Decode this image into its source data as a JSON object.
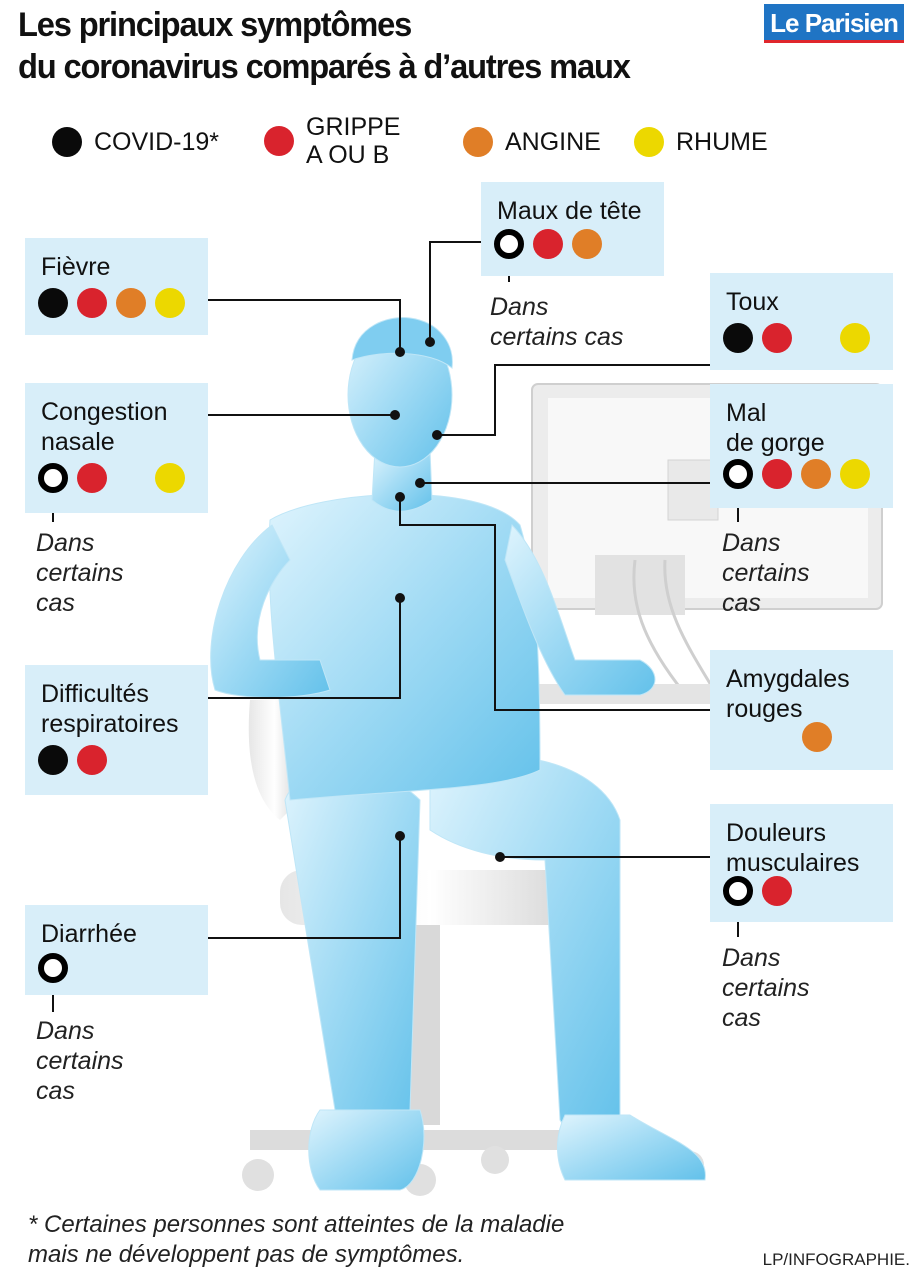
{
  "title": {
    "line1": "Les principaux symptômes",
    "line2": "du coronavirus comparés à d’autres maux"
  },
  "logo": "Le Parisien",
  "colors": {
    "covid": "#0a0a0a",
    "grippe": "#d9232d",
    "angine": "#e07e27",
    "rhume": "#ecd800",
    "box_bg": "#d8eef9"
  },
  "legend": [
    {
      "key": "covid",
      "label": "COVID-19*"
    },
    {
      "key": "grippe",
      "label": "GRIPPE\nA OU B"
    },
    {
      "key": "angine",
      "label": "ANGINE"
    },
    {
      "key": "rhume",
      "label": "RHUME"
    }
  ],
  "symptoms": {
    "maux_de_tete": {
      "label": "Maux de tête",
      "dots": [
        "covid-partial",
        "grippe",
        "angine"
      ],
      "note": "Dans\ncertains cas"
    },
    "fievre": {
      "label": "Fièvre",
      "dots": [
        "covid",
        "grippe",
        "angine",
        "rhume"
      ]
    },
    "toux": {
      "label": "Toux",
      "dots": [
        "covid",
        "grippe",
        "none",
        "rhume"
      ]
    },
    "congestion_nasale": {
      "label": "Congestion\nnasale",
      "dots": [
        "covid-partial",
        "grippe",
        "none",
        "rhume"
      ],
      "note": "Dans\ncertains\ncas"
    },
    "mal_de_gorge": {
      "label": "Mal\nde gorge",
      "dots": [
        "covid-partial",
        "grippe",
        "angine",
        "rhume"
      ],
      "note": "Dans\ncertains\ncas"
    },
    "difficultes_respiratoires": {
      "label": "Difficultés\nrespiratoires",
      "dots": [
        "covid",
        "grippe"
      ]
    },
    "amygdales_rouges": {
      "label": "Amygdales\nrouges",
      "dots": [
        "angine"
      ]
    },
    "douleurs_musculaires": {
      "label": "Douleurs\nmusculaires",
      "dots": [
        "covid-partial",
        "grippe"
      ],
      "note": "Dans\ncertains\ncas"
    },
    "diarrhee": {
      "label": "Diarrhée",
      "dots": [
        "covid-partial"
      ],
      "note": "Dans\ncertains\ncas"
    }
  },
  "footnote": "* Certaines personnes sont atteintes de la maladie\nmais ne développent pas de symptômes.",
  "credit": "LP/INFOGRAPHIE."
}
